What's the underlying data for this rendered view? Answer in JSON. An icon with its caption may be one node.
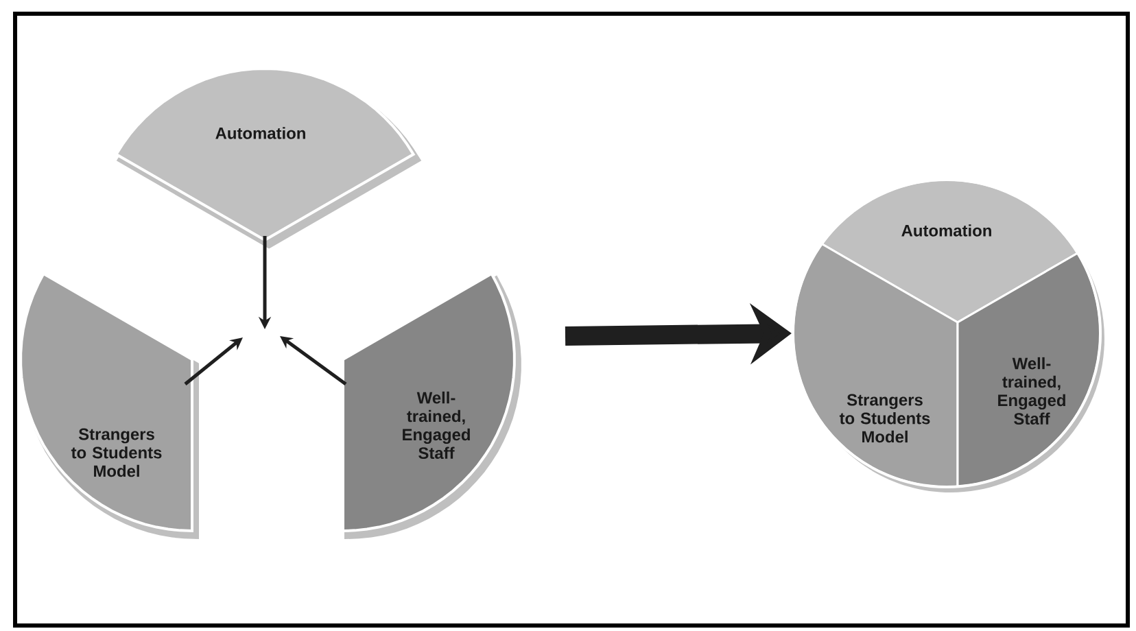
{
  "diagram": {
    "nodes": [
      {
        "text": [
          "Automation"
        ]
      },
      {
        "text": [
          "Strangers to Students Model"
        ]
      },
      {
        "text": [
          "Well-trained, Engaged Staff"
        ]
      },
      {
        "text": [],
        "shape": "circle"
      },
      {
        "text": [
          "Automation"
        ],
        "in": 3
      },
      {
        "text": [
          "Strangers to Students Model"
        ],
        "in": 3
      },
      {
        "text": [
          "Well-trained, Engaged Staff"
        ],
        "in": 3
      }
    ],
    "edges": [
      {
        "from": 0,
        "to": null,
        "arrow": "to"
      },
      {
        "from": 1,
        "to": null,
        "arrow": "to"
      },
      {
        "from": 2,
        "to": null,
        "arrow": "to"
      },
      {
        "from": null,
        "to": 3,
        "arrow": "to",
        "style": "thick"
      }
    ]
  }
}
